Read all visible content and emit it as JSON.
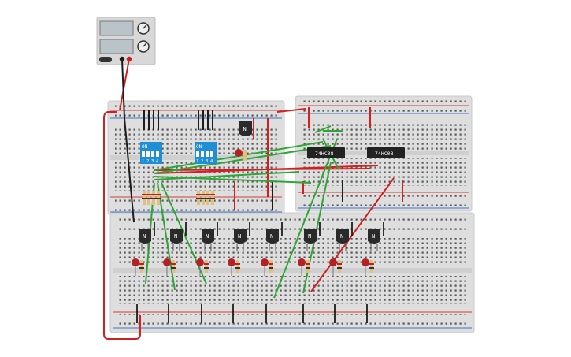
{
  "colors": {
    "board": "#dedede",
    "board_edge": "#c8c8c8",
    "hole": "#555555",
    "rail_red": "#d33a3a",
    "rail_blue": "#3d72c7",
    "wire_red": "#d21f1f",
    "wire_black": "#1c1c1c",
    "wire_green": "#2ea636",
    "dip_blue": "#1f8ed4",
    "ic_body": "#222222",
    "transistor": "#2a2a2a",
    "led_red": "#b42124",
    "psu_body": "#d8d8d8",
    "psu_screen": "#b9c3c8"
  },
  "power_supply": {
    "icon": "bench-power-supply-icon",
    "knob_icon": "dial-knob-icon"
  },
  "dip_switches": [
    {
      "on_label": "ON",
      "numbers": [
        "1",
        "2",
        "3",
        "4"
      ]
    },
    {
      "on_label": "ON",
      "numbers": [
        "1",
        "2",
        "3",
        "4"
      ]
    }
  ],
  "ics": [
    {
      "label": "74HC08"
    },
    {
      "label": "74HC08"
    }
  ],
  "transistor_label": "N",
  "bottom_transistor_count": 8,
  "led_count": 9
}
